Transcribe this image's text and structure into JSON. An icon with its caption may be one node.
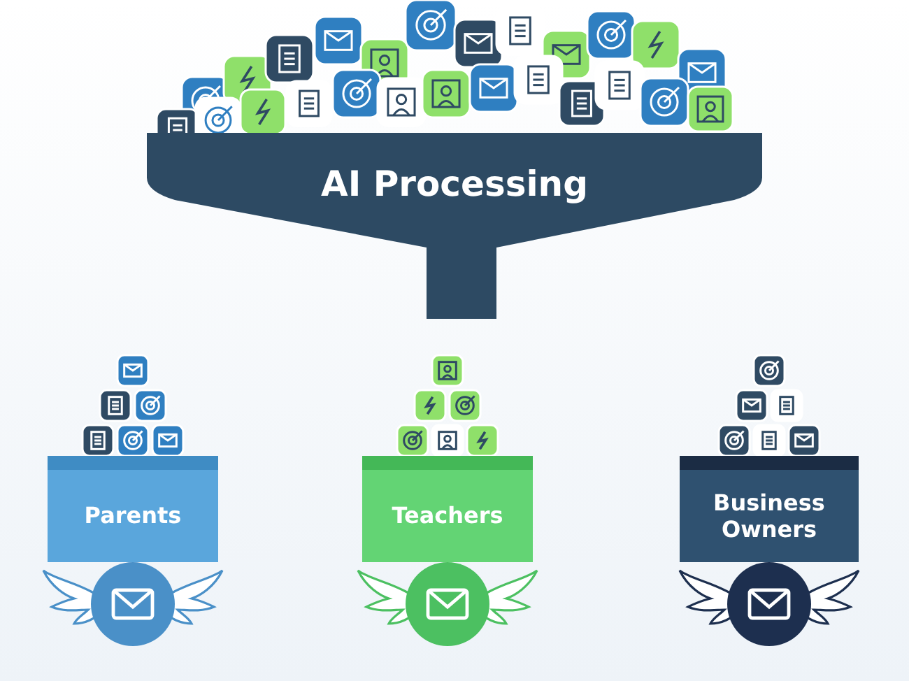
{
  "diagram": {
    "nodes": [
      {
        "text": [
          "AI Processing"
        ]
      },
      {
        "text": [
          "Parents"
        ]
      },
      {
        "text": [
          "Teachers"
        ]
      },
      {
        "text": [
          "Business Owners"
        ]
      }
    ]
  }
}
